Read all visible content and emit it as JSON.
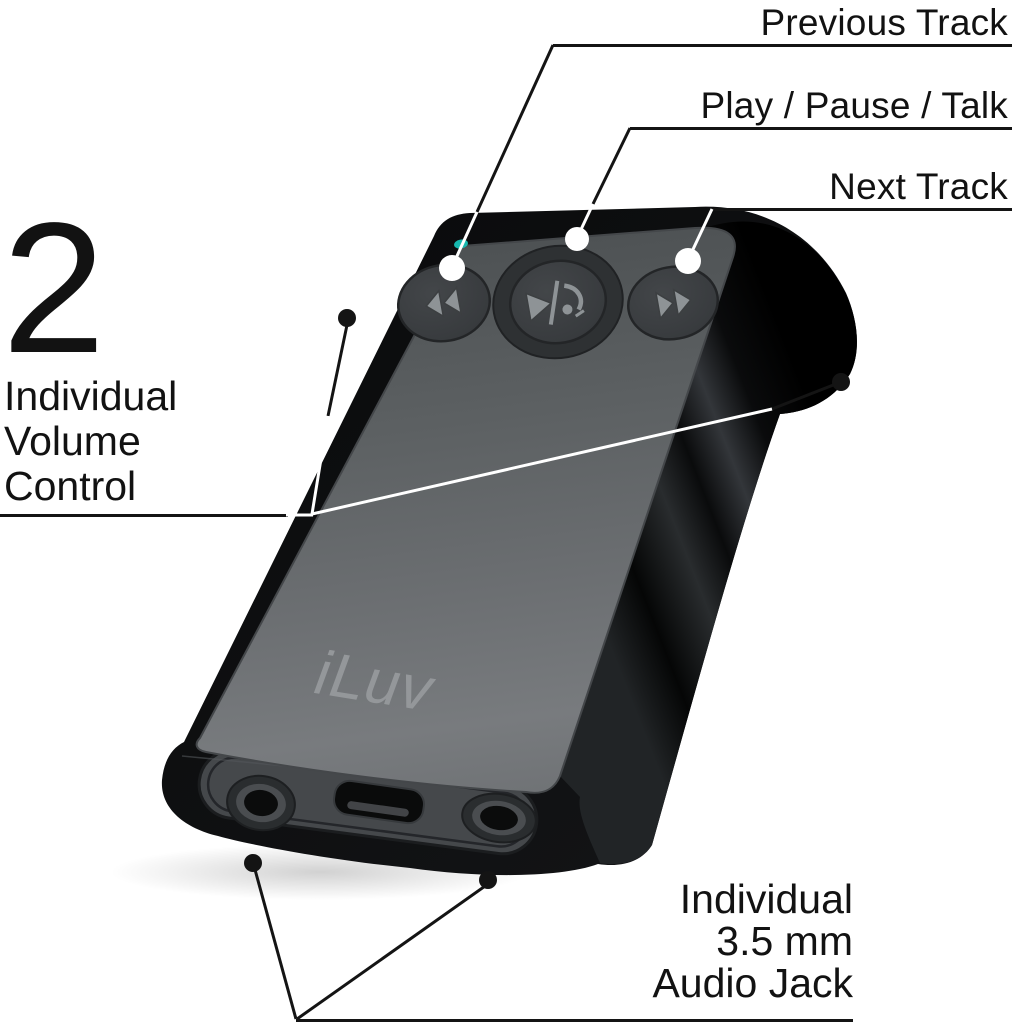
{
  "annotations": {
    "previous_track": {
      "label": "Previous Track"
    },
    "play_pause_talk": {
      "label": "Play / Pause / Talk"
    },
    "next_track": {
      "label": "Next Track"
    },
    "volume_control": {
      "count": "2",
      "line1": "Individual",
      "line2": "Volume",
      "line3": "Control"
    },
    "audio_jack": {
      "line1": "Individual",
      "line2": "3.5 mm",
      "line3": "Audio Jack"
    }
  },
  "device": {
    "brand": "iLuv",
    "led_color": "#16b7ae",
    "buttons": {
      "previous": {
        "icon": "rewind-icon"
      },
      "play_pause_talk": {
        "icon": "play-pause-talk-icon"
      },
      "next": {
        "icon": "fast-forward-icon"
      }
    },
    "ports": {
      "left": "3.5mm-audio-jack",
      "center": "micro-usb-port",
      "right": "3.5mm-audio-jack"
    },
    "controls": {
      "side": "volume-rocker"
    }
  },
  "colors": {
    "background": "#ffffff",
    "annotation_line": "#141414",
    "annotation_line_on_device": "#ffffff",
    "text": "#121212",
    "face_light": "#787b7e",
    "face_dark": "#4e5254",
    "body_black": "#0c0d0e",
    "logo_gray": "#94979a"
  }
}
